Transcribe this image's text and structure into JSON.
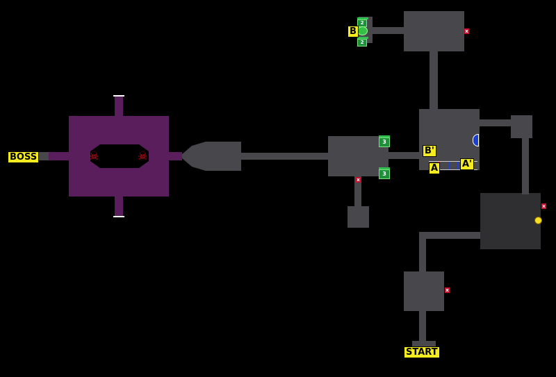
{
  "labels": {
    "boss": "BOSS",
    "start": "START",
    "a": "A",
    "a_prime": "A'",
    "b": "B",
    "b_prime": "B'"
  },
  "chests": {
    "upper_top": "2",
    "upper_bottom": "2",
    "mid_top": "3",
    "mid_bottom": "3"
  },
  "colors": {
    "room": "#48484c",
    "dark_room": "#2f2f31",
    "boss_area": "#5a1e5c",
    "label_bg": "#f5ec1f",
    "lock_mark": "#c8102e",
    "chest": "#1e8f3a",
    "door_blue": "#1b3fd0",
    "skull": "#e01020"
  },
  "icons": [
    "skull-icon",
    "chest-icon",
    "lock-x-icon",
    "lightbulb-icon",
    "blue-door-icon",
    "green-orb-icon"
  ]
}
